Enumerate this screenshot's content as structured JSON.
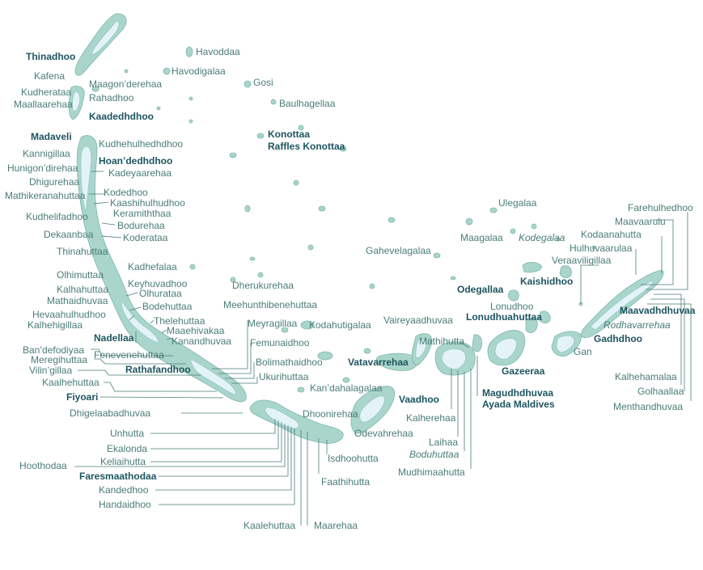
{
  "map": {
    "labels": {
      "thinadhoo": "Thinadhoo",
      "kafena": "Kafena",
      "kudherataa": "Kudherataa",
      "maallaarehaa": "Maallaarehaa",
      "maagonderehaa": "Maagon’derehaa",
      "rahadhoo": "Rahadhoo",
      "kaadedhdhoo": "Kaadedhdhoo",
      "havoddaa": "Havoddaa",
      "havodigalaa": "Havodigalaa",
      "gosi": "Gosi",
      "baulhagellaa": "Baulhagellaa",
      "konottaa": "Konottaa",
      "raffles_konottaa": "Raffles Konottaa",
      "madaveli": "Madaveli",
      "kudhehulhedhdhoo": "Kudhehulhedhdhoo",
      "kannigillaa": "Kannigillaa",
      "hoandedhdhoo": "Hoan’dedhdhoo",
      "hunigondirehaa": "Hunigon’direhaa",
      "kadeyaarehaa": "Kadeyaarehaa",
      "dhigurehaa": "Dhigurehaa",
      "kodedhoo": "Kodedhoo",
      "mathikeranahuttaa": "Mathikeranahuttaa",
      "kaashihulhudhoo": "Kaashihulhudhoo",
      "keramiththaa": "Keramiththaa",
      "kudhelifadhoo": "Kudhelifadhoo",
      "bodurehaa": "Bodurehaa",
      "dekaanbaa": "Dekaanbaa",
      "koderataa": "Koderataa",
      "thinahuttaa": "Thinahuttaa",
      "kadhefalaa": "Kadhefalaa",
      "olhimuttaa": "Olhimuttaa",
      "keyhuvadhoo": "Keyhuvadhoo",
      "kalhahuttaa": "Kalhahuttaa",
      "olhurataa": "Olhurataa",
      "mathaidhuvaa": "Mathaidhuvaa",
      "bodehuttaa": "Bodehuttaa",
      "hevaahulhudhoo": "Hevaahulhudhoo",
      "thelehuttaa": "Thelehuttaa",
      "kalhehigillaa": "Kalhehigillaa",
      "maaehivakaa": "Maaehivakaa",
      "nadellaa": "Nadellaa",
      "kanandhuvaa": "Kanandhuvaa",
      "bandefodiyaa": "Ban’defodiyaa",
      "fenevenehuttaa": "Fenevenehuttaa",
      "meregihuttaa": "Meregihuttaa",
      "rathafandhoo": "Rathafandhoo",
      "vilingillaa": "Vilin’gillaa",
      "kaalhehuttaa_west": "Kaalhehuttaa",
      "fiyoari": "Fiyoari",
      "dhigelaabadhuvaa": "Dhigelaabadhuvaa",
      "unhutta": "Unhutta",
      "ekalonda": "Ekalonda",
      "keliaihutta": "Keliaihutta",
      "hoothodaa": "Hoothodaa",
      "faresmaathodaa": "Faresmaathodaa",
      "kandedhoo": "Kandedhoo",
      "handaidhoo": "Handaidhoo",
      "kaalehuttaa_south": "Kaalehuttaa",
      "maarehaa": "Maarehaa",
      "faathihutta": "Faathihutta",
      "isdhoohutta": "Isdhoohutta",
      "dhoonirehaa": "Dhoonirehaa",
      "kandahalagalaa": "Kan’dahalagalaa",
      "ukurihuttaa": "Ukurihuttaa",
      "bolimathaidhoo": "Bolimathaidhoo",
      "femunaidhoo": "Femunaidhoo",
      "meyragillaa": "Meyragillaa",
      "kodahutigalaa": "Kodahutigalaa",
      "meehunthibenehuttaa": "Meehunthibenehuttaa",
      "dherukurehaa": "Dherukurehaa",
      "vaireyaadhuvaa": "Vaireyaadhuvaa",
      "vatavarrehaa": "Vatavarrehaa",
      "vaadhoo": "Vaadhoo",
      "odevahrehaa": "Odevahrehaa",
      "mathihutta": "Mathihutta",
      "kalherehaa": "Kalherehaa",
      "laihaa": "Laihaa",
      "boduhuttaa": "Boduhuttaa",
      "mudhimaahutta": "Mudhimaahutta",
      "magudhdhuvaa": "Magudhdhuvaa",
      "ayada_maldives": "Ayada Maldives",
      "gazeeraa": "Gazeeraa",
      "lonudhuahuttaa": "Lonudhuahuttaa",
      "lonudhoo": "Lonudhoo",
      "odegallaa": "Odegallaa",
      "gahevelagalaa": "Gahevelagalaa",
      "ulegalaa": "Ulegalaa",
      "maagalaa": "Maagalaa",
      "kodegalaa": "Kodegalaa",
      "kaishidhoo": "Kaishidhoo",
      "veraaviligillaa": "Veraaviligillaa",
      "hulhuvaarulaa": "Hulhuvaarulaa",
      "kodaanahutta": "Kodaanahutta",
      "maavaarulu": "Maavaarulu",
      "farehulhedhoo": "Farehulhedhoo",
      "maavadhdhuvaa": "Maavadhdhuvaa",
      "rodhavarrehaa": "Rodhavarrehaa",
      "gadhdhoo": "Gadhdhoo",
      "gan": "Gan",
      "kalhehamalaa": "Kalhehamalaa",
      "golhaallaa": "Golhaallaa",
      "menthandhuvaa": "Menthandhuvaa"
    }
  }
}
